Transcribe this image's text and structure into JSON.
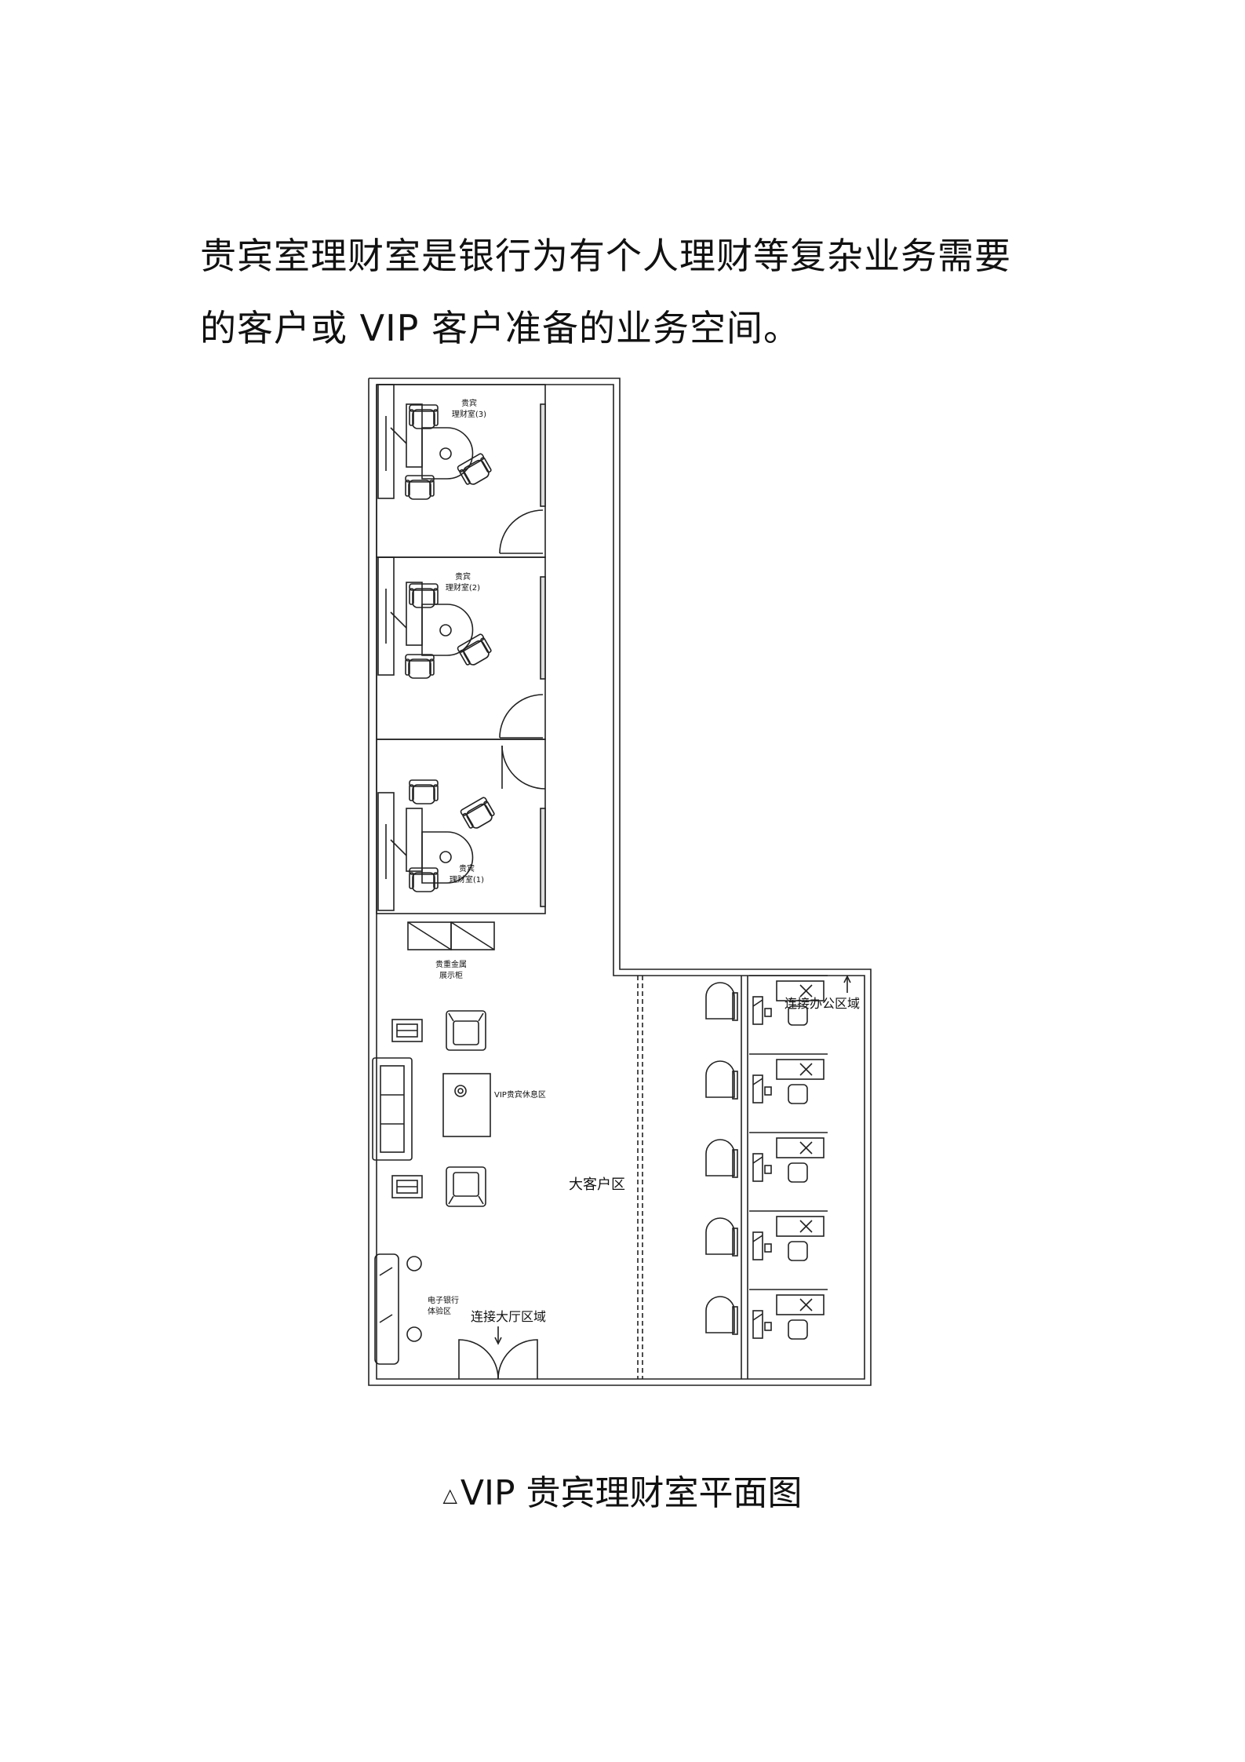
{
  "intro": {
    "line1": "贵宾室理财室是银行为有个人理财等复杂业务需要",
    "line2": "的客户或 VIP 客户准备的业务空间。"
  },
  "plan": {
    "room3": {
      "line1": "贵宾",
      "line2": "理财室(3)"
    },
    "room2": {
      "line1": "贵宾",
      "line2": "理财室(2)"
    },
    "room1": {
      "line1": "贵宾",
      "line2": "理财室(1)"
    },
    "cabinet": {
      "line1": "贵重金属",
      "line2": "展示柜"
    },
    "lounge": "VIP贵宾休息区",
    "ebank": {
      "line1": "电子银行",
      "line2": "体验区"
    },
    "big_client": "大客户区",
    "to_hall": "连接大厅区域",
    "to_office": "连接办公区域"
  },
  "caption": {
    "triangle": "△",
    "text": "VIP 贵宾理财室平面图"
  }
}
